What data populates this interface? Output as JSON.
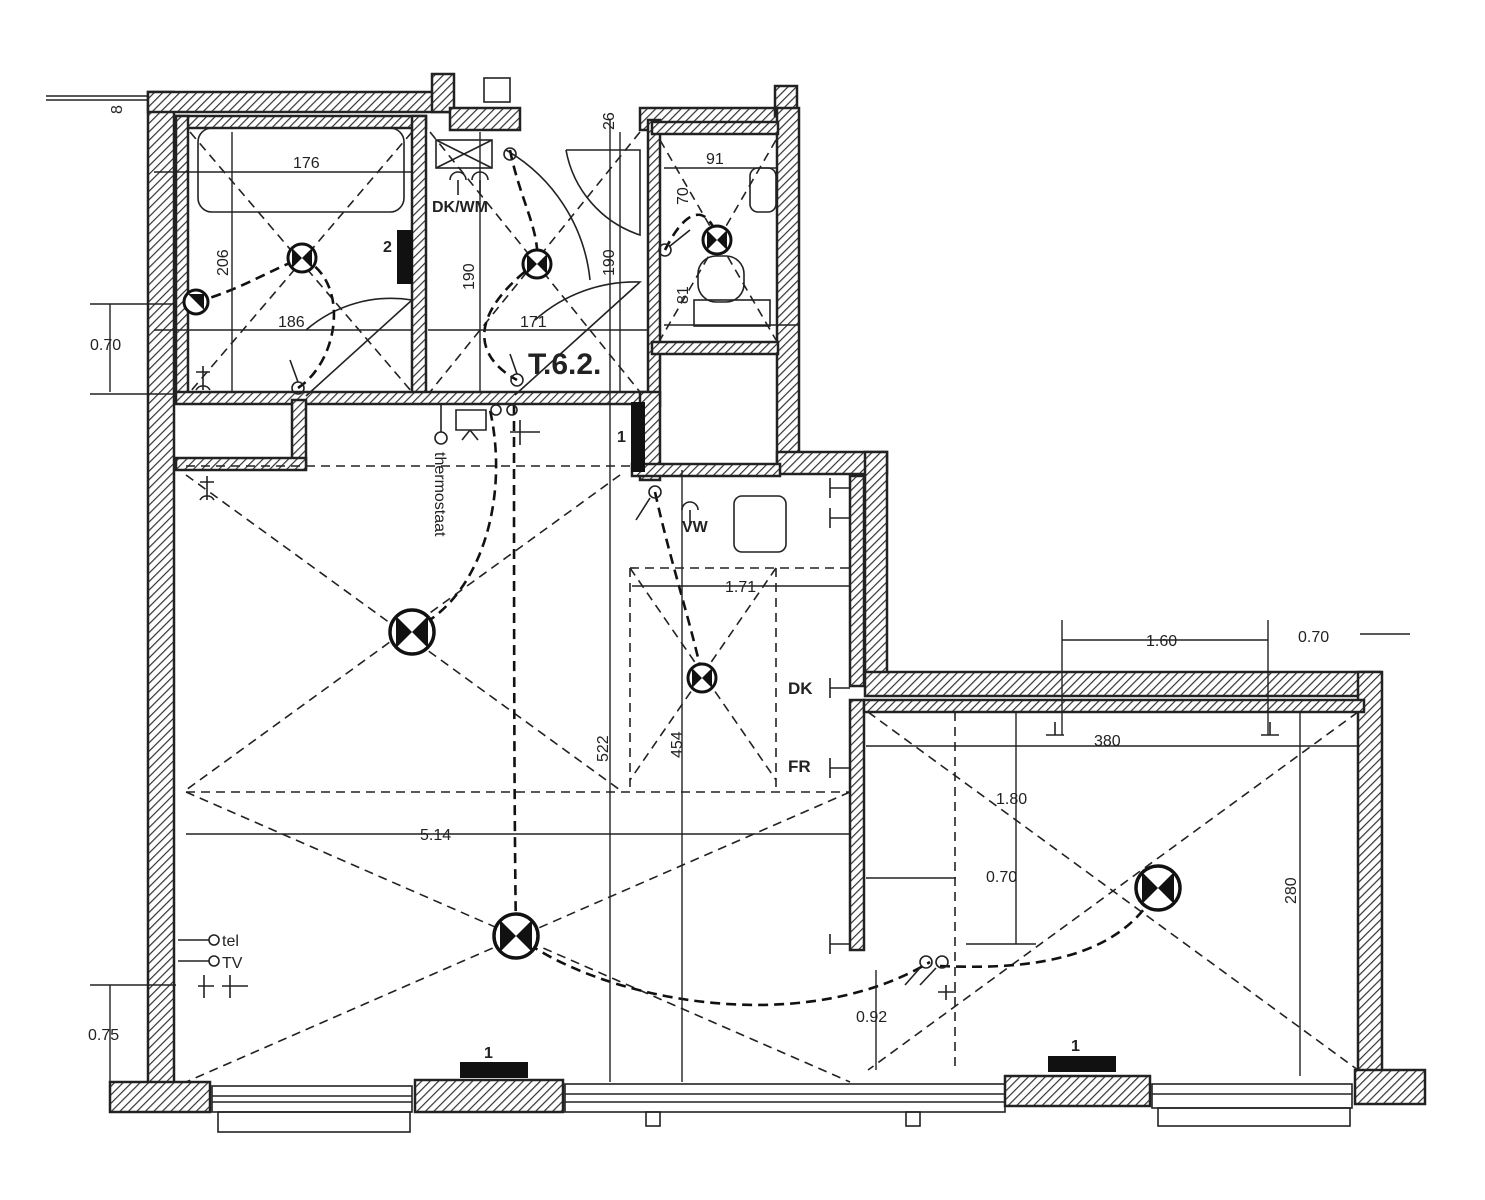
{
  "plan": {
    "unit_label": "T.6.2.",
    "labels": {
      "dk_wm": "DK/WM",
      "thermostaat": "thermostaat",
      "vw": "VW",
      "dk": "DK",
      "fr": "FR",
      "tel": "tel",
      "tv": "TV"
    },
    "radiators": [
      "2",
      "1",
      "1",
      "1"
    ],
    "dimensions": {
      "d176": "176",
      "d206": "206",
      "d186": "186",
      "d190a": "190",
      "d171": "171",
      "d190b": "190",
      "d26": "26",
      "d91": "91",
      "d70": "70",
      "d81": "81",
      "d070a": "0.70",
      "d171b": "1.71",
      "d522": "522",
      "d454": "454",
      "d514": "5.14",
      "d160": "1.60",
      "d070b": "0.70",
      "d380": "380",
      "d180": "1.80",
      "d070c": "0.70",
      "d280": "280",
      "d092": "0.92",
      "d075": "0.75",
      "d8": "8"
    }
  }
}
